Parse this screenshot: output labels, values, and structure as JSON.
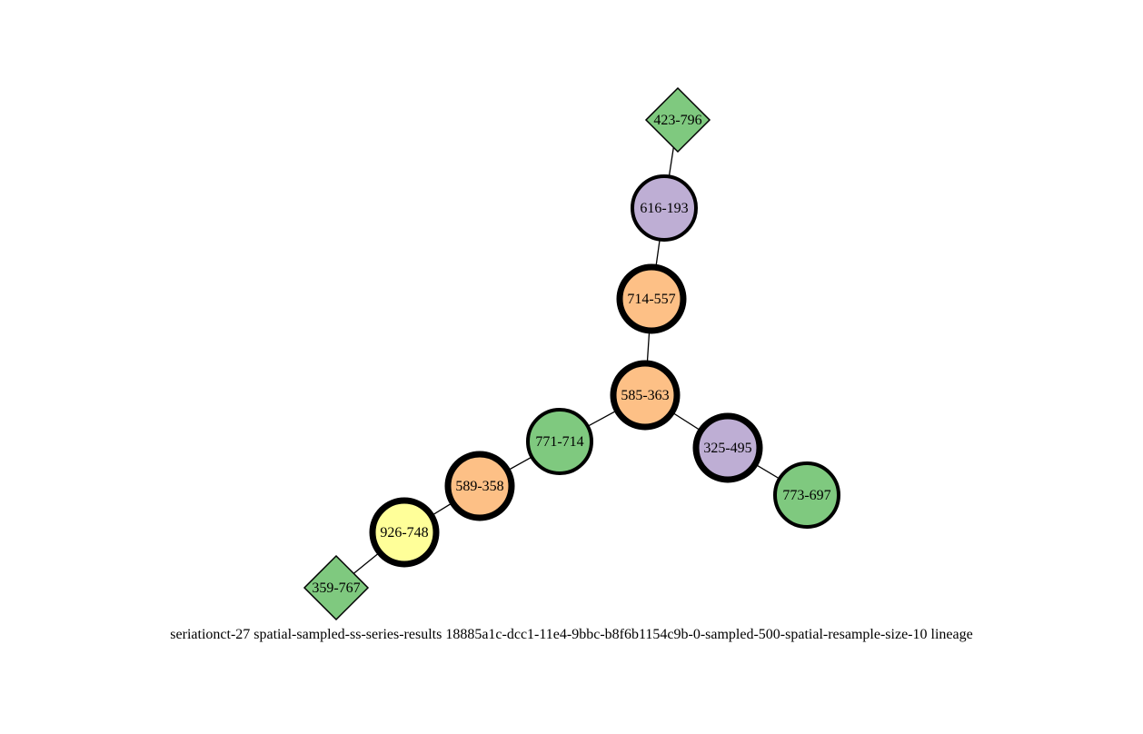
{
  "diagram": {
    "caption": "seriationct-27  spatial-sampled-ss-series-results  18885a1c-dcc1-11e4-9bbc-b8f6b1154c9b-0-sampled-500-spatial-resample-size-10  lineage",
    "colors": {
      "green": "#7fc97f",
      "purple": "#beaed4",
      "orange": "#fdc086",
      "yellow": "#ffff99",
      "stroke": "#000000",
      "background": "#ffffff"
    },
    "nodes": [
      {
        "id": "423-796",
        "label": "423-796",
        "shape": "diamond",
        "color": "green",
        "border": "thin"
      },
      {
        "id": "616-193",
        "label": "616-193",
        "shape": "circle",
        "color": "purple",
        "border": "medium"
      },
      {
        "id": "714-557",
        "label": "714-557",
        "shape": "circle",
        "color": "orange",
        "border": "thick"
      },
      {
        "id": "585-363",
        "label": "585-363",
        "shape": "circle",
        "color": "orange",
        "border": "thick"
      },
      {
        "id": "771-714",
        "label": "771-714",
        "shape": "circle",
        "color": "green",
        "border": "medium"
      },
      {
        "id": "589-358",
        "label": "589-358",
        "shape": "circle",
        "color": "orange",
        "border": "thick"
      },
      {
        "id": "926-748",
        "label": "926-748",
        "shape": "circle",
        "color": "yellow",
        "border": "thick"
      },
      {
        "id": "359-767",
        "label": "359-767",
        "shape": "diamond",
        "color": "green",
        "border": "thin"
      },
      {
        "id": "325-495",
        "label": "325-495",
        "shape": "circle",
        "color": "purple",
        "border": "thick"
      },
      {
        "id": "773-697",
        "label": "773-697",
        "shape": "circle",
        "color": "green",
        "border": "medium"
      }
    ],
    "edges": [
      [
        "423-796",
        "616-193"
      ],
      [
        "616-193",
        "714-557"
      ],
      [
        "714-557",
        "585-363"
      ],
      [
        "585-363",
        "771-714"
      ],
      [
        "771-714",
        "589-358"
      ],
      [
        "589-358",
        "926-748"
      ],
      [
        "926-748",
        "359-767"
      ],
      [
        "585-363",
        "325-495"
      ],
      [
        "325-495",
        "773-697"
      ]
    ]
  }
}
